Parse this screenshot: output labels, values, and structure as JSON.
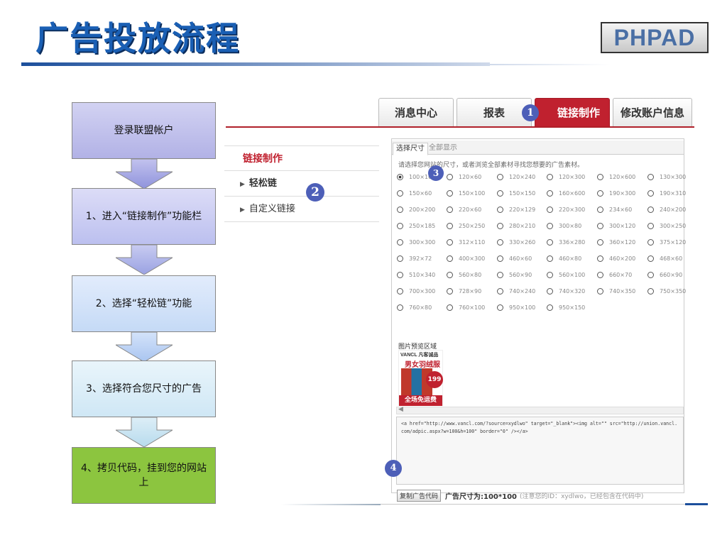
{
  "title": "广告投放流程",
  "logo": "PHPAD",
  "flow": {
    "steps": [
      "登录联盟帐户",
      "1、进入“链接制作”功能栏",
      "2、选择“轻松链”功能",
      "3、选择符合您尺寸的广告",
      "4、拷贝代码，挂到您的网站上"
    ]
  },
  "tabs": [
    "消息中心",
    "报表",
    "链接制作",
    "修改账户信息"
  ],
  "side_menu": {
    "heading": "链接制作",
    "items": [
      "轻松链",
      "自定义链接"
    ]
  },
  "panel": {
    "tabs": [
      "选择尺寸",
      "全部显示"
    ],
    "instruction": "请选择您网站的尺寸，或者浏览全部素材寻找您想要的广告素材。",
    "sizes": [
      "100×100",
      "120×60",
      "120×240",
      "120×300",
      "120×600",
      "130×300",
      "150×60",
      "150×100",
      "150×150",
      "160×600",
      "190×300",
      "190×310",
      "200×200",
      "220×60",
      "220×129",
      "220×300",
      "234×60",
      "240×200",
      "250×185",
      "250×250",
      "280×210",
      "300×80",
      "300×120",
      "300×250",
      "300×300",
      "312×110",
      "330×260",
      "336×280",
      "360×120",
      "375×120",
      "392×72",
      "400×300",
      "460×60",
      "460×80",
      "460×200",
      "468×60",
      "510×340",
      "560×80",
      "560×90",
      "560×100",
      "660×70",
      "660×90",
      "700×300",
      "728×90",
      "740×240",
      "740×320",
      "740×350",
      "750×350",
      "760×80",
      "760×100",
      "950×100",
      "950×150"
    ],
    "selected_size": "100×100",
    "preview_label": "图片预览区域",
    "ad": {
      "brand": "VANCL 凡客诚品",
      "headline": "男女羽绒服",
      "price": "199",
      "footer": "全场免运费"
    },
    "code": "<a href=\"http://www.vancl.com/?source=xydlwo\" target=\"_blank\"><img alt=\"\" src=\"http://union.vancl.com/adpic.aspx?w=100&h=100\" border=\"0\" /></a>",
    "copy_button": "复制广告代码",
    "size_label": "广告尺寸为:100*100",
    "note": "(注意您的ID：xydlwo，已经包含在代码中)"
  },
  "badges": [
    "1",
    "2",
    "3",
    "4"
  ]
}
